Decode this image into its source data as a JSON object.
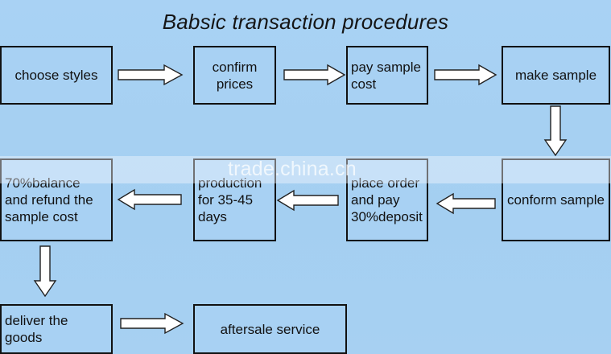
{
  "title": "Babsic transaction procedures",
  "watermark": "trade.china.cn",
  "steps": {
    "choose_styles": "choose styles",
    "confirm_prices": "confirm\nprices",
    "pay_sample_cost": "pay sample\ncost",
    "make_sample": "make sample",
    "conform_sample": "conform sample",
    "place_order": "place order\nand pay\n30%deposit",
    "production": "production\nfor 35-45\ndays",
    "balance_refund": "70%balance\nand refund the\nsample cost",
    "deliver": "deliver the\ngoods",
    "aftersale": "aftersale service"
  }
}
